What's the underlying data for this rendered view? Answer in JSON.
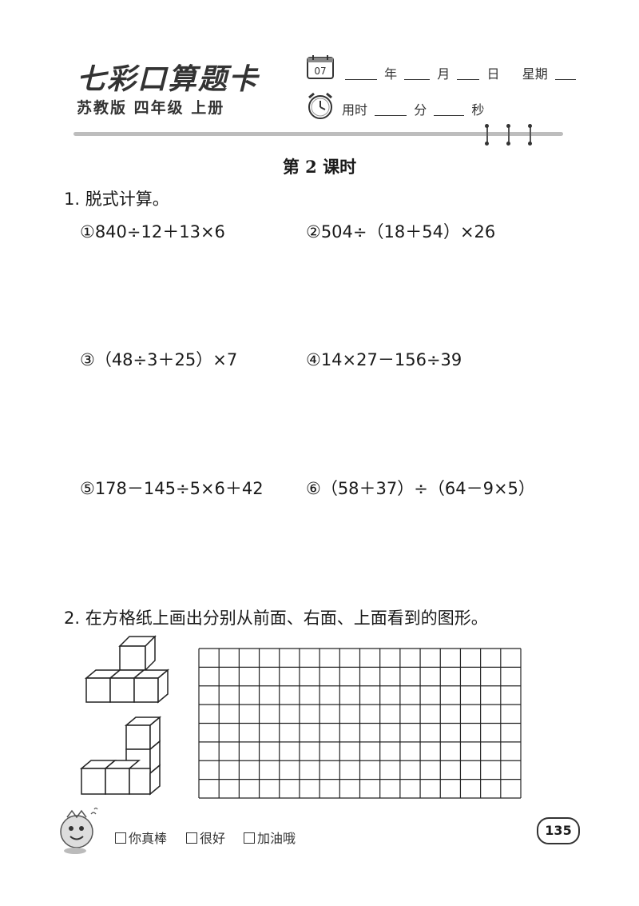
{
  "header": {
    "brand": "七彩口算题卡",
    "edition": "苏教版 四年级 上册",
    "calendar_day": "07",
    "date_labels": {
      "year": "年",
      "month": "月",
      "day": "日",
      "weekday": "星期"
    },
    "time_labels": {
      "used": "用时",
      "minutes": "分",
      "seconds": "秒"
    }
  },
  "lesson_title": "第 2 课时",
  "question1": {
    "prompt": "1. 脱式计算。",
    "items": [
      "①840÷12＋13×6",
      "②504÷（18＋54）×26",
      "③（48÷3＋25）×7",
      "④14×27－156÷39",
      "⑤178－145÷5×6＋42",
      "⑥（58＋37）÷（64－9×5）"
    ]
  },
  "question2": {
    "prompt": "2. 在方格纸上画出分别从前面、右面、上面看到的图形。",
    "grid": {
      "columns": 16,
      "rows": 8
    }
  },
  "footer": {
    "ratings": [
      "你真棒",
      "很好",
      "加油哦"
    ],
    "page_number": "135"
  }
}
